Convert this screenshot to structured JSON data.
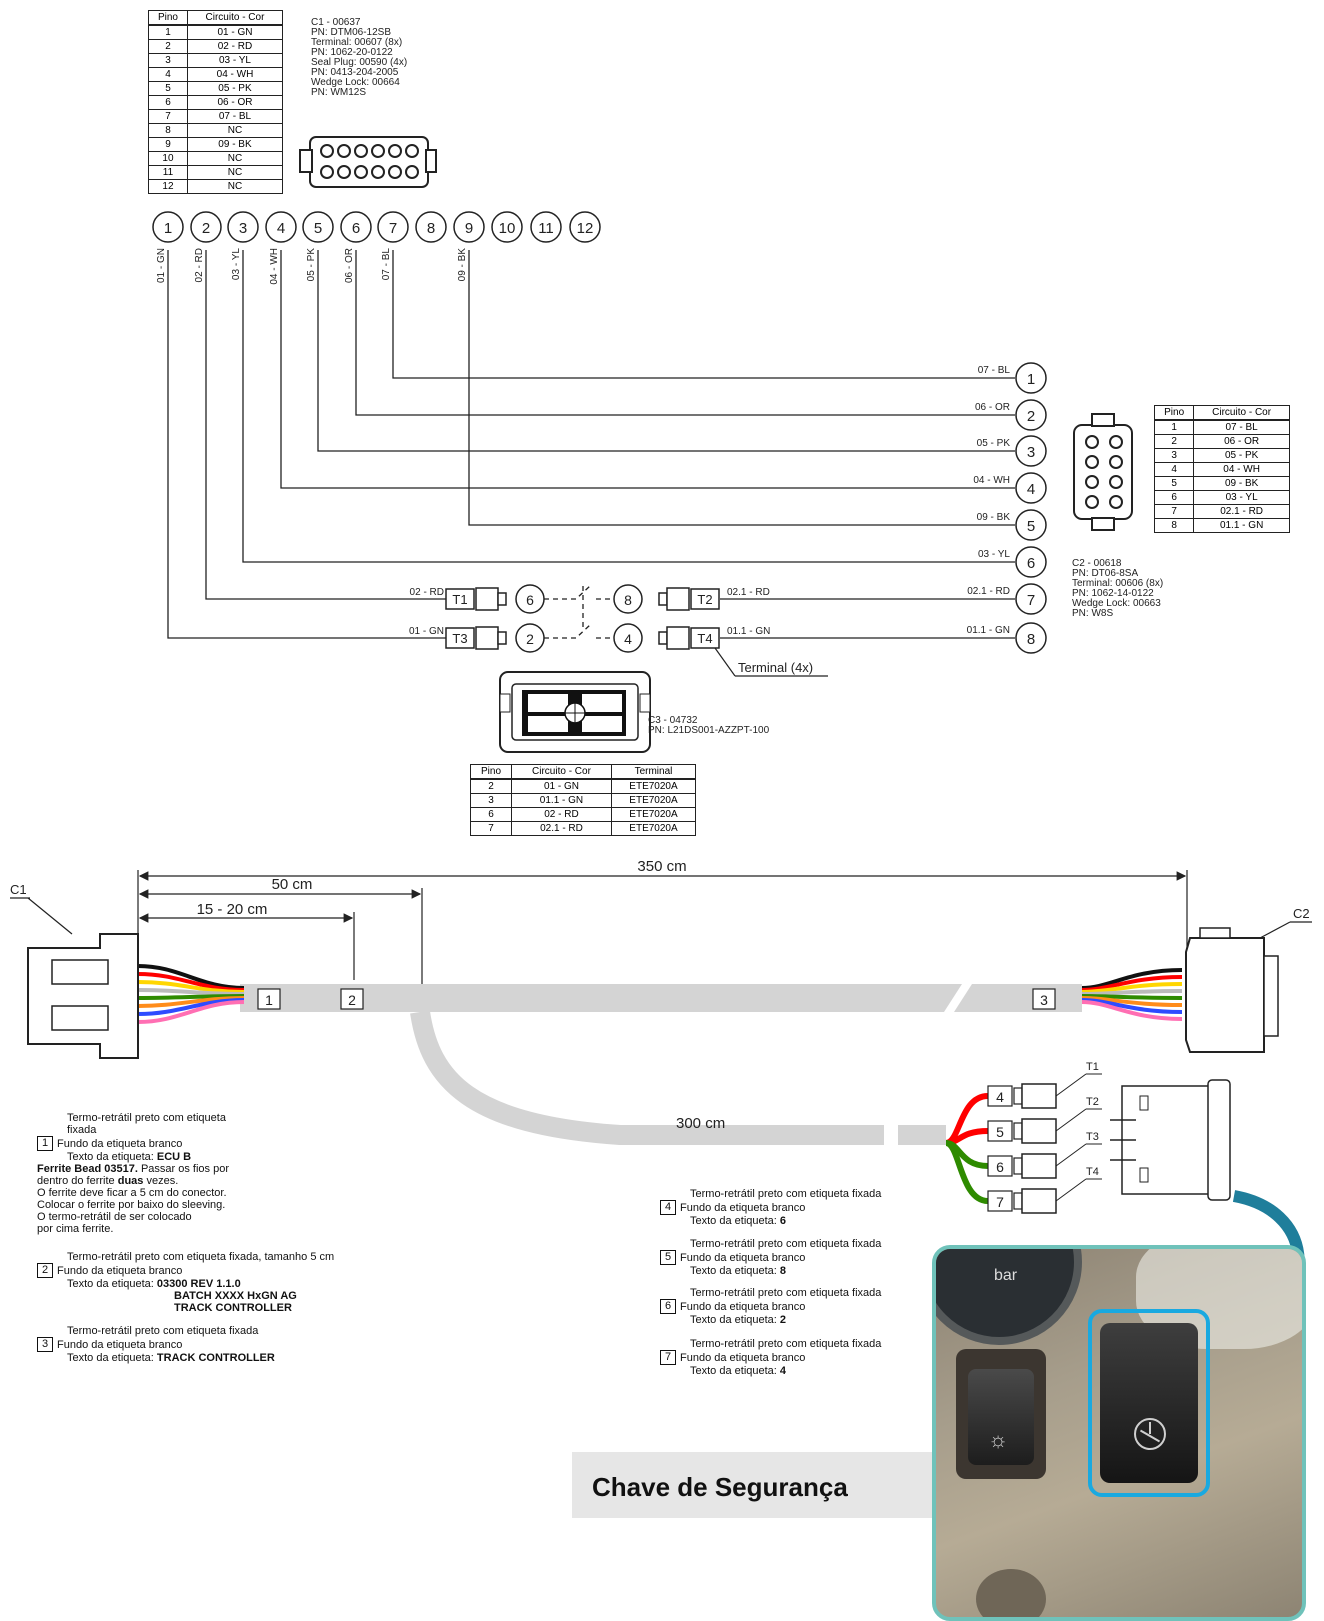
{
  "c1": {
    "header": [
      "Pino",
      "Circuito - Cor"
    ],
    "rows": [
      [
        "1",
        "01 - GN"
      ],
      [
        "2",
        "02 - RD"
      ],
      [
        "3",
        "03 - YL"
      ],
      [
        "4",
        "04 - WH"
      ],
      [
        "5",
        "05 - PK"
      ],
      [
        "6",
        "06 - OR"
      ],
      [
        "7",
        "07 - BL"
      ],
      [
        "8",
        "NC"
      ],
      [
        "9",
        "09 - BK"
      ],
      [
        "10",
        "NC"
      ],
      [
        "11",
        "NC"
      ],
      [
        "12",
        "NC"
      ]
    ],
    "spec": [
      "C1 - 00637",
      "PN: DTM06-12SB",
      "Terminal: 00607 (8x)",
      "PN: 1062-20-0122",
      "Seal Plug: 00590 (4x)",
      "PN: 0413-204-2005",
      "Wedge Lock: 00664",
      "PN: WM12S"
    ],
    "pins": [
      "1",
      "2",
      "3",
      "4",
      "5",
      "6",
      "7",
      "8",
      "9",
      "10",
      "11",
      "12"
    ]
  },
  "wires": [
    {
      "label": "01 - GN"
    },
    {
      "label": "02 - RD"
    },
    {
      "label": "03 - YL"
    },
    {
      "label": "04 - WH"
    },
    {
      "label": "05 - PK"
    },
    {
      "label": "06 - OR"
    },
    {
      "label": "07 - BL"
    },
    {
      "label": "09 - BK"
    }
  ],
  "c2": {
    "header": [
      "Pino",
      "Circuito - Cor"
    ],
    "rows": [
      [
        "1",
        "07 - BL"
      ],
      [
        "2",
        "06 - OR"
      ],
      [
        "3",
        "05 - PK"
      ],
      [
        "4",
        "04 - WH"
      ],
      [
        "5",
        "09 - BK"
      ],
      [
        "6",
        "03 - YL"
      ],
      [
        "7",
        "02.1 - RD"
      ],
      [
        "8",
        "01.1 - GN"
      ]
    ],
    "spec": [
      "C2 - 00618",
      "PN: DT06-8SA",
      "Terminal: 00606 (8x)",
      "PN: 1062-14-0122",
      "Wedge Lock: 00663",
      "PN: W8S"
    ],
    "pins": [
      {
        "pin": "1",
        "label": "07 - BL"
      },
      {
        "pin": "2",
        "label": "06 - OR"
      },
      {
        "pin": "3",
        "label": "05 - PK"
      },
      {
        "pin": "4",
        "label": "04 - WH"
      },
      {
        "pin": "5",
        "label": "09 - BK"
      },
      {
        "pin": "6",
        "label": "03 - YL"
      },
      {
        "pin": "7",
        "label": "02.1 - RD"
      },
      {
        "pin": "8",
        "label": "01.1 - GN"
      }
    ]
  },
  "switch_wiring": {
    "t1": {
      "tag": "T1",
      "in_label": "02 - RD",
      "pin": "6"
    },
    "t3": {
      "tag": "T3",
      "in_label": "01 - GN",
      "pin": "2"
    },
    "t2": {
      "tag": "T2",
      "out_label": "02.1 - RD",
      "pin": "8"
    },
    "t4": {
      "tag": "T4",
      "out_label": "01.1 - GN",
      "pin": "4"
    },
    "terminal_note": "Terminal (4x)"
  },
  "c3": {
    "spec": [
      "C3 - 04732",
      "PN: L21DS001-AZZPT-100"
    ],
    "header": [
      "Pino",
      "Circuito - Cor",
      "Terminal"
    ],
    "rows": [
      [
        "2",
        "01 - GN",
        "ETE7020A"
      ],
      [
        "3",
        "01.1 - GN",
        "ETE7020A"
      ],
      [
        "6",
        "02 - RD",
        "ETE7020A"
      ],
      [
        "7",
        "02.1 - RD",
        "ETE7020A"
      ]
    ]
  },
  "harness": {
    "dim_total": "350 cm",
    "dim_50": "50 cm",
    "dim_15": "15 - 20 cm",
    "dim_branch": "300 cm",
    "c1_label": "C1",
    "c2_label": "C2",
    "labels": [
      "1",
      "2",
      "3"
    ],
    "branch_boxes": [
      "4",
      "5",
      "6",
      "7"
    ],
    "branch_tags": [
      "T1",
      "T2",
      "T3",
      "T4"
    ]
  },
  "notes_left": {
    "n1": {
      "num": "1",
      "l1": "Termo-retrátil preto com etiqueta",
      "l2": "fixada",
      "l3": "Fundo da etiqueta branco",
      "l4": "Texto da etiqueta:",
      "l4b": "ECU B",
      "l5b": "Ferrite Bead 03517.",
      "l5": "Passar os fios por",
      "l6": "dentro do ferrite",
      "l6b": "duas",
      "l6c": "vezes.",
      "l7": "O ferrite deve ficar a 5 cm do conector.",
      "l8": "Colocar o ferrite por baixo do sleeving.",
      "l9": "O termo-retrátil de ser colocado",
      "l10": "por cima ferrite."
    },
    "n2": {
      "num": "2",
      "l1": "Termo-retrátil preto com etiqueta fixada, tamanho 5 cm",
      "l2": "Fundo da etiqueta branco",
      "l3": "Texto da etiqueta:",
      "l3b": "03300 REV 1.1.0",
      "l4b": "BATCH XXXX HxGN AG",
      "l5b": "TRACK CONTROLLER"
    },
    "n3": {
      "num": "3",
      "l1": "Termo-retrátil preto com etiqueta fixada",
      "l2": "Fundo da etiqueta branco",
      "l3": "Texto da etiqueta:",
      "l3b": "TRACK CONTROLLER"
    }
  },
  "notes_right": [
    {
      "num": "4",
      "l1": "Termo-retrátil preto com etiqueta fixada",
      "l2": "Fundo da etiqueta branco",
      "l3": "Texto da etiqueta:",
      "l3b": "6"
    },
    {
      "num": "5",
      "l1": "Termo-retrátil preto com etiqueta fixada",
      "l2": "Fundo da etiqueta branco",
      "l3": "Texto da etiqueta:",
      "l3b": "8"
    },
    {
      "num": "6",
      "l1": "Termo-retrátil preto com etiqueta fixada",
      "l2": "Fundo da etiqueta branco",
      "l3": "Texto da etiqueta:",
      "l3b": "2"
    },
    {
      "num": "7",
      "l1": "Termo-retrátil preto com etiqueta fixada",
      "l2": "Fundo da etiqueta branco",
      "l3": "Texto da etiqueta:",
      "l3b": "4"
    }
  ],
  "photo": {
    "caption": "Chave de Segurança",
    "gauge_text": "bar",
    "frame_color": "#6fc2ba",
    "highlight_color": "#19a9e0",
    "arrow_color": "#1f7e9b"
  }
}
